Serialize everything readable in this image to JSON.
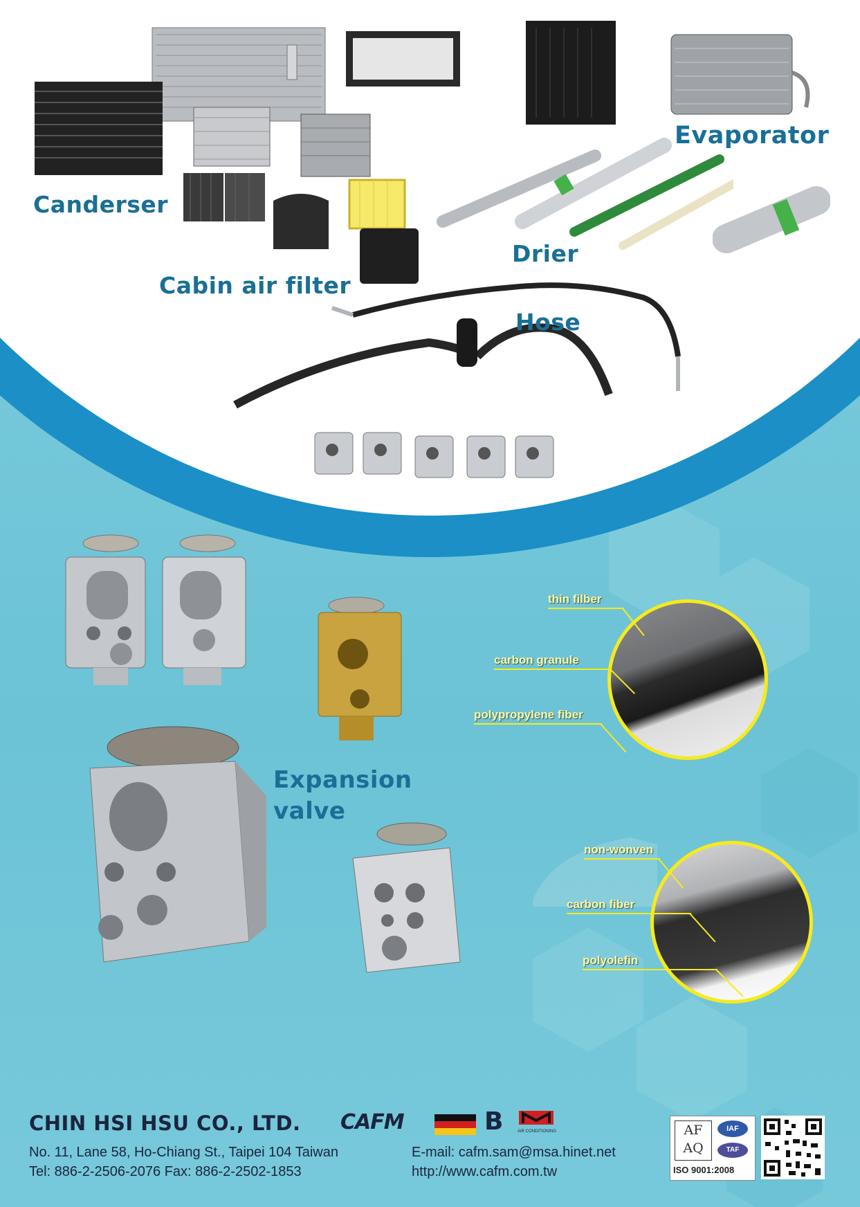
{
  "labels": {
    "condenser": "Canderser",
    "evaporator": "Evaporator",
    "drier": "Drier",
    "cabin_filter": "Cabin air filter",
    "hose": "Hose",
    "expansion_line1": "Expansion",
    "expansion_line2": "valve"
  },
  "filter_layers_top": {
    "layer1": "thin filber",
    "layer2": "carbon granule",
    "layer3": "polypropylene fiber"
  },
  "filter_layers_bottom": {
    "layer1": "non-wonven",
    "layer2": "carbon fiber",
    "layer3": "polyolefin"
  },
  "company": {
    "name": "CHIN HSI HSU CO., LTD.",
    "address": "No. 11, Lane 58, Ho-Chiang St., Taipei 104 Taiwan",
    "tel_fax": "Tel: 886-2-2506-2076   Fax: 886-2-2502-1853",
    "email": "E-mail: cafm.sam@msa.hinet.net",
    "website": "http://www.cafm.com.tw",
    "brand": "CAFM",
    "brand2": "B",
    "brand3_sub": "AIR CONDITIONING",
    "iso": "ISO 9001:2008",
    "cert1": "AF AQ",
    "cert2": "IAF",
    "cert3": "TAF"
  },
  "colors": {
    "label_blue": "#1a6f96",
    "arc_blue": "#1b8fc6",
    "background": "#6fc6d8",
    "fiber_yellow": "#f6ea1e"
  }
}
